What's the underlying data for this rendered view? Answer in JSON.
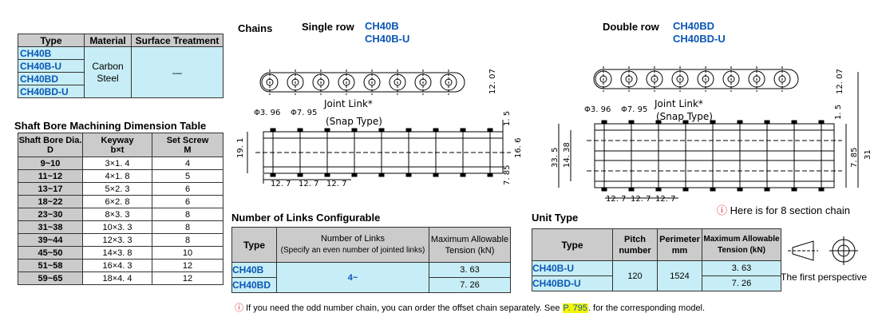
{
  "type_table": {
    "headers": [
      "Type",
      "Material",
      "Surface Treatment"
    ],
    "types": [
      "CH40B",
      "CH40B-U",
      "CH40BD",
      "CH40BD-U"
    ],
    "material_line1": "Carbon",
    "material_line2": "Steel",
    "surface": "—"
  },
  "shaft_table": {
    "title": "Shaft Bore Machining Dimension Table",
    "headers": [
      {
        "line1": "Shaft Bore Dia.",
        "line2": "D"
      },
      {
        "line1": "Keyway",
        "line2": "b×t"
      },
      {
        "line1": "Set Screw",
        "line2": "M"
      }
    ],
    "rows": [
      {
        "d": "9~10",
        "bt": "3×1. 4",
        "m": "4"
      },
      {
        "d": "11~12",
        "bt": "4×1. 8",
        "m": "5"
      },
      {
        "d": "13~17",
        "bt": "5×2. 3",
        "m": "6"
      },
      {
        "d": "18~22",
        "bt": "6×2. 8",
        "m": "6"
      },
      {
        "d": "23~30",
        "bt": "8×3. 3",
        "m": "8"
      },
      {
        "d": "31~38",
        "bt": "10×3. 3",
        "m": "8"
      },
      {
        "d": "39~44",
        "bt": "12×3. 3",
        "m": "8"
      },
      {
        "d": "45~50",
        "bt": "14×3. 8",
        "m": "10"
      },
      {
        "d": "51~58",
        "bt": "16×4. 3",
        "m": "12"
      },
      {
        "d": "59~65",
        "bt": "18×4. 4",
        "m": "12"
      }
    ]
  },
  "chains": {
    "label": "Chains",
    "single_label": "Single row",
    "single_models": [
      "CH40B",
      "CH40B-U"
    ],
    "double_label": "Double row",
    "double_models": [
      "CH40BD",
      "CH40BD-U"
    ],
    "joint_link": "Joint Link*",
    "snap_type": "(Snap Type)",
    "note_8_section": "Here is for 8 section chain",
    "dims": {
      "d1": "Φ3. 96",
      "d2": "Φ7. 95",
      "h1207": "12. 07",
      "p127": "12. 7",
      "w191": "19. 1",
      "w15": "1. 5",
      "w166": "16. 6",
      "w785": "7. 85",
      "w335": "33. 5",
      "w1438": "14. 38",
      "w31": "31"
    }
  },
  "links_table": {
    "title": "Number of Links Configurable",
    "header_type": "Type",
    "header_links1": "Number of Links",
    "header_links2": "(Specify an even number of jointed links)",
    "header_tension1": "Maximum Allowable",
    "header_tension2": "Tension (kN)",
    "rows": [
      {
        "type": "CH40B",
        "tension": "3. 63"
      },
      {
        "type": "CH40BD",
        "tension": "7. 26"
      }
    ],
    "links_value": "4~"
  },
  "unit_table": {
    "title": "Unit Type",
    "header_type": "Type",
    "header_pitch1": "Pitch",
    "header_pitch2": "number",
    "header_perim1": "Perimeter",
    "header_perim2": "mm",
    "header_tension1": "Maximum Allowable",
    "header_tension2": "Tension (kN)",
    "rows": [
      {
        "type": "CH40B-U",
        "tension": "3. 63"
      },
      {
        "type": "CH40BD-U",
        "tension": "7. 26"
      }
    ],
    "pitch": "120",
    "perimeter": "1524"
  },
  "perspective_label": "The first perspective",
  "footer": {
    "text_before": "If you need the odd number chain, you can order the offset chain separately. See",
    "page_link": "P. 795",
    "text_after": ". for the corresponding model."
  },
  "colors": {
    "accent_blue": "#0a57b5",
    "cell_blue": "#c7eef6",
    "header_gray": "#cbcbcb",
    "highlight": "#f5f500",
    "note_red": "#d4141b"
  }
}
